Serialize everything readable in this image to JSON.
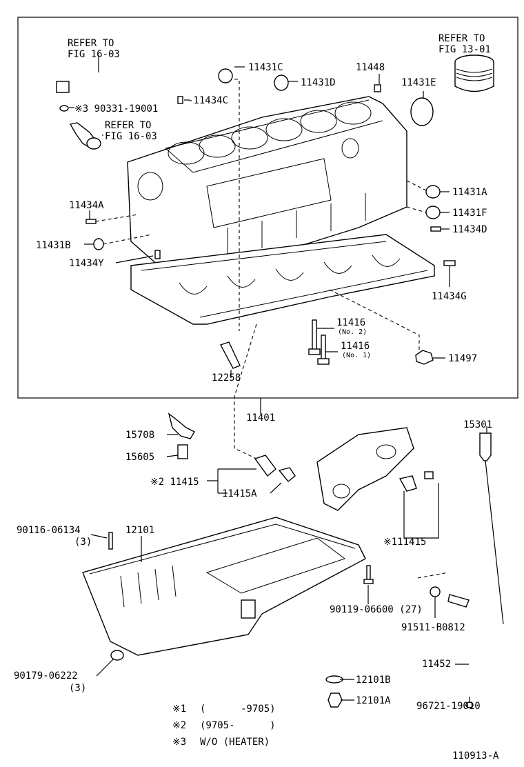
{
  "refer_notes": [
    "REFER TO\nFIG 16-03",
    "REFER TO\nFIG 16-03",
    "REFER TO\nFIG 13-01"
  ],
  "labels": {
    "p11431C": "11431C",
    "p11448": "11448",
    "p11431D": "11431D",
    "p11431E": "11431E",
    "p11434C": "11434C",
    "p90331": "※3 90331-19001",
    "p11434A": "11434A",
    "p11431A": "11431A",
    "p11431F": "11431F",
    "p11431B": "11431B",
    "p11434D": "11434D",
    "p11434Y": "11434Y",
    "p11434G": "11434G",
    "p11416_2": "11416",
    "p11416_2_sub": "(No. 2)",
    "p11416_1": "11416",
    "p11416_1_sub": "(No. 1)",
    "p11497": "11497",
    "p12258": "12258",
    "p11401": "11401",
    "p15301": "15301",
    "p15708": "15708",
    "p15605": "15605",
    "p11415_2": "※2 11415",
    "p11415A": "11415A",
    "p11415_1": "※111415",
    "p90116": "90116-06134",
    "p90116_qty": "(3)",
    "p12101": "12101",
    "p90119": "90119-06600 (27)",
    "p91511": "91511-B0812",
    "p90179": "90179-06222",
    "p90179_qty": "(3)",
    "p11452": "11452",
    "p12101B": "12101B",
    "p12101A": "12101A",
    "p96721": "96721-19010",
    "figure_id": "110913-A"
  },
  "refer": {
    "r1_l1": "REFER TO",
    "r1_l2": "FIG 16-03",
    "r2_l1": "REFER TO",
    "r2_l2": "FIG 16-03",
    "r3_l1": "REFER TO",
    "r3_l2": "FIG 13-01"
  },
  "notes": {
    "n1_mark": "※1",
    "n1_text": "(      -9705)",
    "n2_mark": "※2",
    "n2_text": "(9705-      )",
    "n3_mark": "※3",
    "n3_text": "W/O (HEATER)"
  }
}
